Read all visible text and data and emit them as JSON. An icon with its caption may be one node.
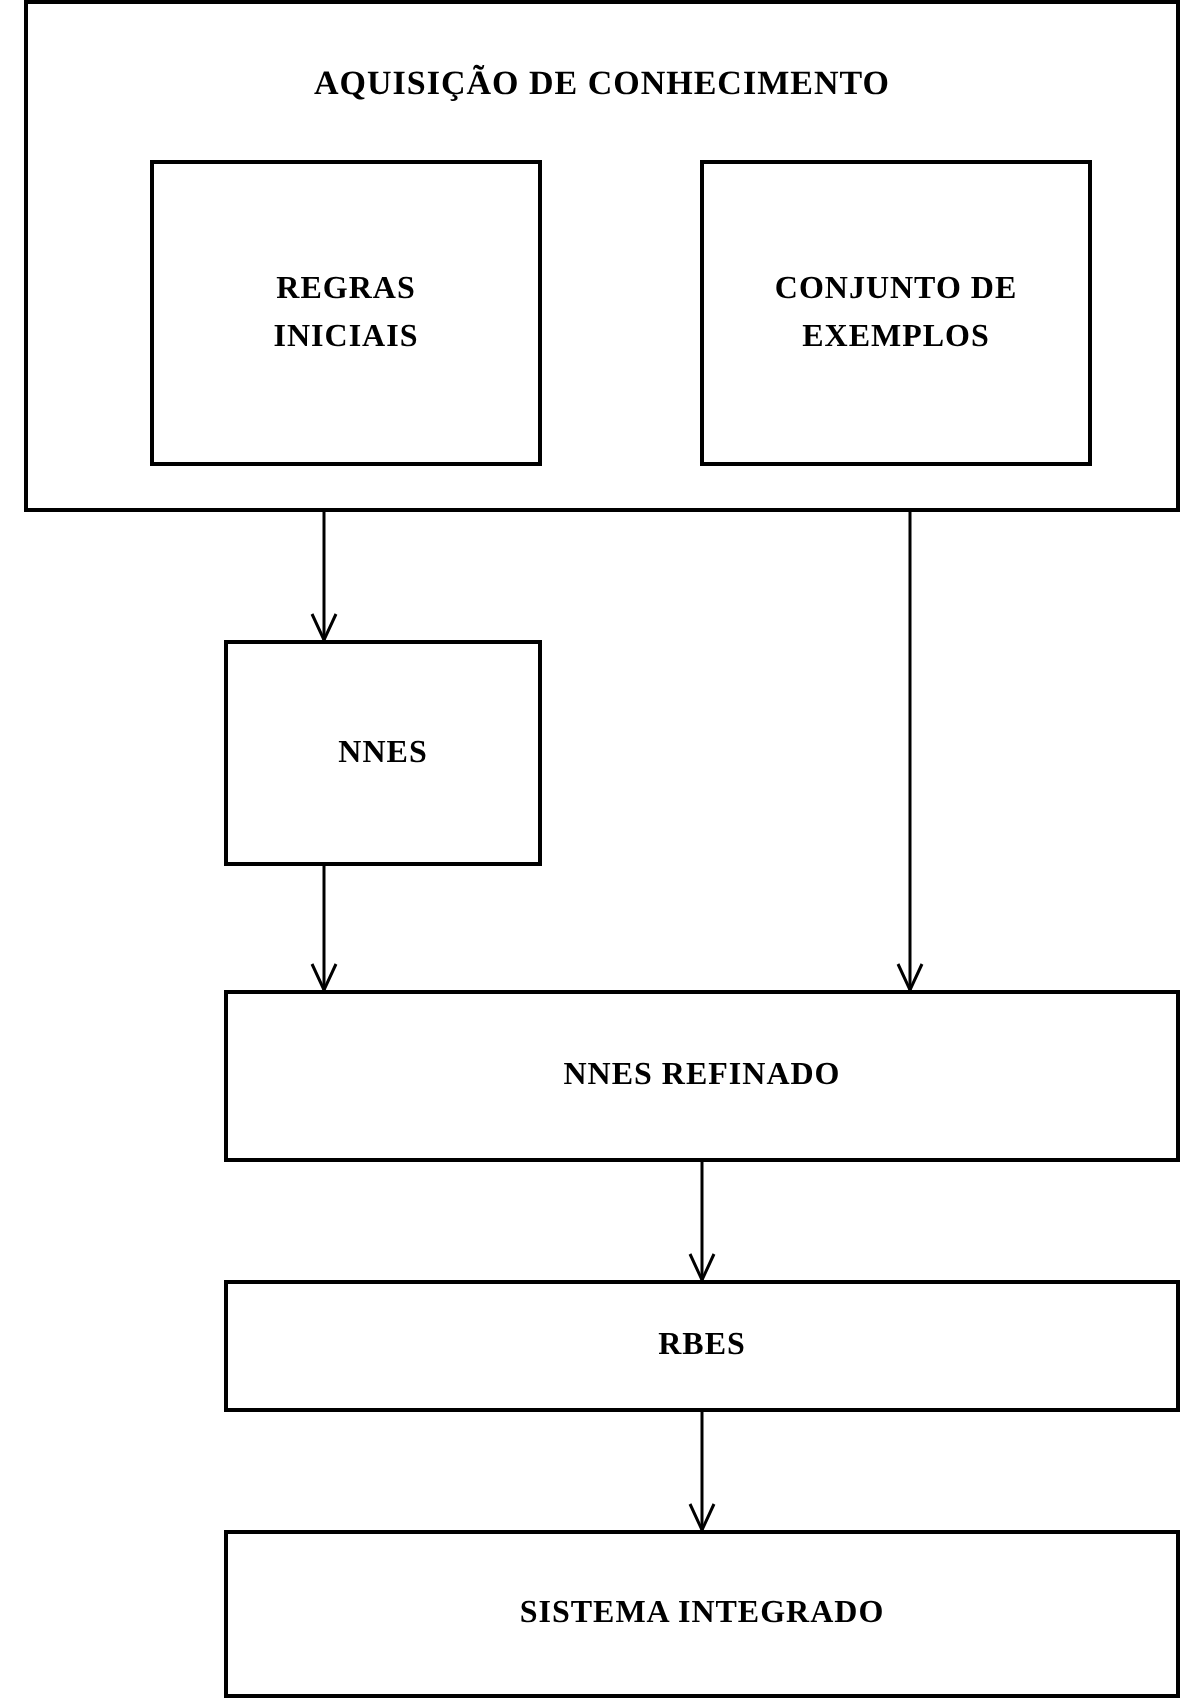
{
  "diagram": {
    "nodes": [
      {
        "text": [
          "AQUISIÇÃO DE CONHECIMENTO"
        ]
      },
      {
        "text": [
          "REGRAS INICIAIS"
        ],
        "in": 0
      },
      {
        "text": [
          "CONJUNTO DE EXEMPLOS"
        ],
        "in": 0
      },
      {
        "text": [
          "NNES"
        ]
      },
      {
        "text": [
          "NNES REFINADO"
        ]
      },
      {
        "text": [
          "RBES"
        ]
      },
      {
        "text": [
          "SISTEMA INTEGRADO"
        ]
      }
    ],
    "edges": [
      {
        "from": 0,
        "to": 3,
        "arrow": "to"
      },
      {
        "from": 0,
        "to": 4,
        "arrow": "to"
      },
      {
        "from": 3,
        "to": 4,
        "arrow": "to"
      },
      {
        "from": 4,
        "to": 5,
        "arrow": "to"
      },
      {
        "from": 5,
        "to": 6,
        "arrow": "to"
      }
    ]
  }
}
